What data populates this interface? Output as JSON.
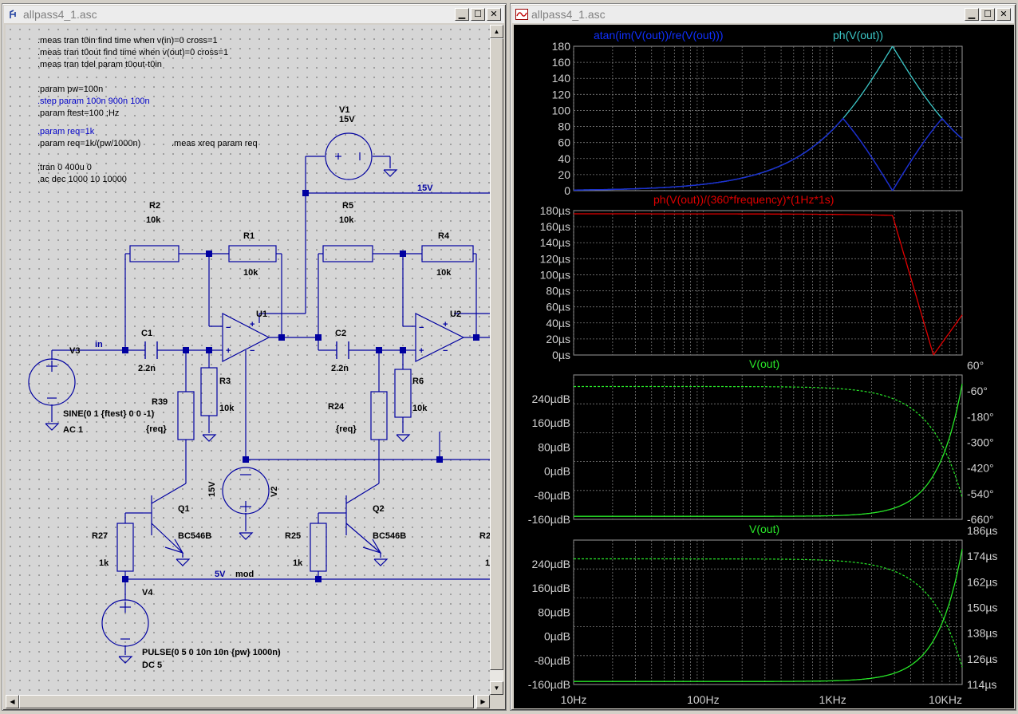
{
  "schematic": {
    "title": "allpass4_1.asc",
    "directives": [
      {
        "text": ".meas tran t0in find time when v(in)=0 cross=1",
        "color": "black"
      },
      {
        "text": ".meas tran t0out find time when v(out)=0 cross=1",
        "color": "black"
      },
      {
        "text": ".meas tran tdel param t0out-t0in",
        "color": "black"
      },
      {
        "text": ".param pw=100n",
        "color": "black"
      },
      {
        "text": ".step param 100n 900n 100n",
        "color": "blue"
      },
      {
        "text": ".param ftest=100 ;Hz",
        "color": "black"
      },
      {
        "text": ".param req=1k",
        "color": "blue"
      },
      {
        "text": ".param req=1k/(pw/1000n)",
        "color": "black"
      },
      {
        "text": ".meas xreq param req",
        "color": "black"
      },
      {
        "text": ";tran 0 400u 0",
        "color": "black"
      },
      {
        "text": ".ac dec 1000 10 10000",
        "color": "black"
      }
    ],
    "labels": {
      "v1_name": "V1",
      "v1_val": "15V",
      "v2_name": "V2",
      "v2_val": "15V",
      "v3_name": "V3",
      "v3_val1": "SINE(0 1 {ftest} 0 0 -1)",
      "v3_val2": "AC 1",
      "v4_name": "V4",
      "v4_val1": "PULSE(0 5 0 10n 10n {pw} 1000n)",
      "v4_val2": "DC 5",
      "r1_name": "R1",
      "r1_val": "10k",
      "r2_name": "R2",
      "r2_val": "10k",
      "r3_name": "R3",
      "r3_val": "10k",
      "r4_name": "R4",
      "r4_val": "10k",
      "r5_name": "R5",
      "r5_val": "10k",
      "r6_name": "R6",
      "r6_val": "10k",
      "r24_name": "R24",
      "r24_val": "{req}",
      "r25_name": "R25",
      "r25_val": "1k",
      "r27_name": "R27",
      "r27_val": "1k",
      "r39_name": "R39",
      "r39_val": "{req}",
      "r2x_name": "R2",
      "r2x_val": "1",
      "c1_name": "C1",
      "c1_val": "2.2n",
      "c2_name": "C2",
      "c2_val": "2.2n",
      "u1_name": "U1",
      "u2_name": "U2",
      "q1_name": "Q1",
      "q1_val": "BC546B",
      "q2_name": "Q2",
      "q2_val": "BC546B",
      "net_15v": "15V",
      "net_in": "in",
      "net_5v": "5V",
      "net_mod": "mod"
    }
  },
  "plot": {
    "title": "allpass4_1.asc",
    "x_ticks": [
      "10Hz",
      "100Hz",
      "1KHz",
      "10KHz"
    ],
    "pane1": {
      "trace1_label": "atan(im(V(out))/re(V(out)))",
      "trace2_label": "ph(V(out))",
      "y_ticks": [
        "180",
        "160",
        "140",
        "120",
        "100",
        "80",
        "60",
        "40",
        "20",
        "0"
      ]
    },
    "pane2": {
      "trace_label": "ph(V(out))/(360*frequency)*(1Hz*1s)",
      "y_ticks": [
        "180µs",
        "160µs",
        "140µs",
        "120µs",
        "100µs",
        "80µs",
        "60µs",
        "40µs",
        "20µs",
        "0µs"
      ]
    },
    "pane3": {
      "trace_label": "V(out)",
      "y_ticks": [
        "240µdB",
        "160µdB",
        "80µdB",
        "0µdB",
        "-80µdB",
        "-160µdB"
      ],
      "y2_ticks": [
        "60°",
        "-60°",
        "-180°",
        "-300°",
        "-420°",
        "-540°",
        "-660°"
      ]
    },
    "pane4": {
      "trace_label": "V(out)",
      "y_ticks": [
        "240µdB",
        "160µdB",
        "80µdB",
        "0µdB",
        "-80µdB",
        "-160µdB"
      ],
      "y2_ticks": [
        "186µs",
        "174µs",
        "162µs",
        "150µs",
        "138µs",
        "126µs",
        "114µs"
      ]
    },
    "colors": {
      "trace_blue": "#1c2fd0",
      "trace_cyan": "#3cc8c8",
      "trace_red": "#e00000",
      "trace_green": "#28e628",
      "label_blue": "#1030ff",
      "grid": "#7a7a7a",
      "frame": "#9a9a9a"
    }
  }
}
